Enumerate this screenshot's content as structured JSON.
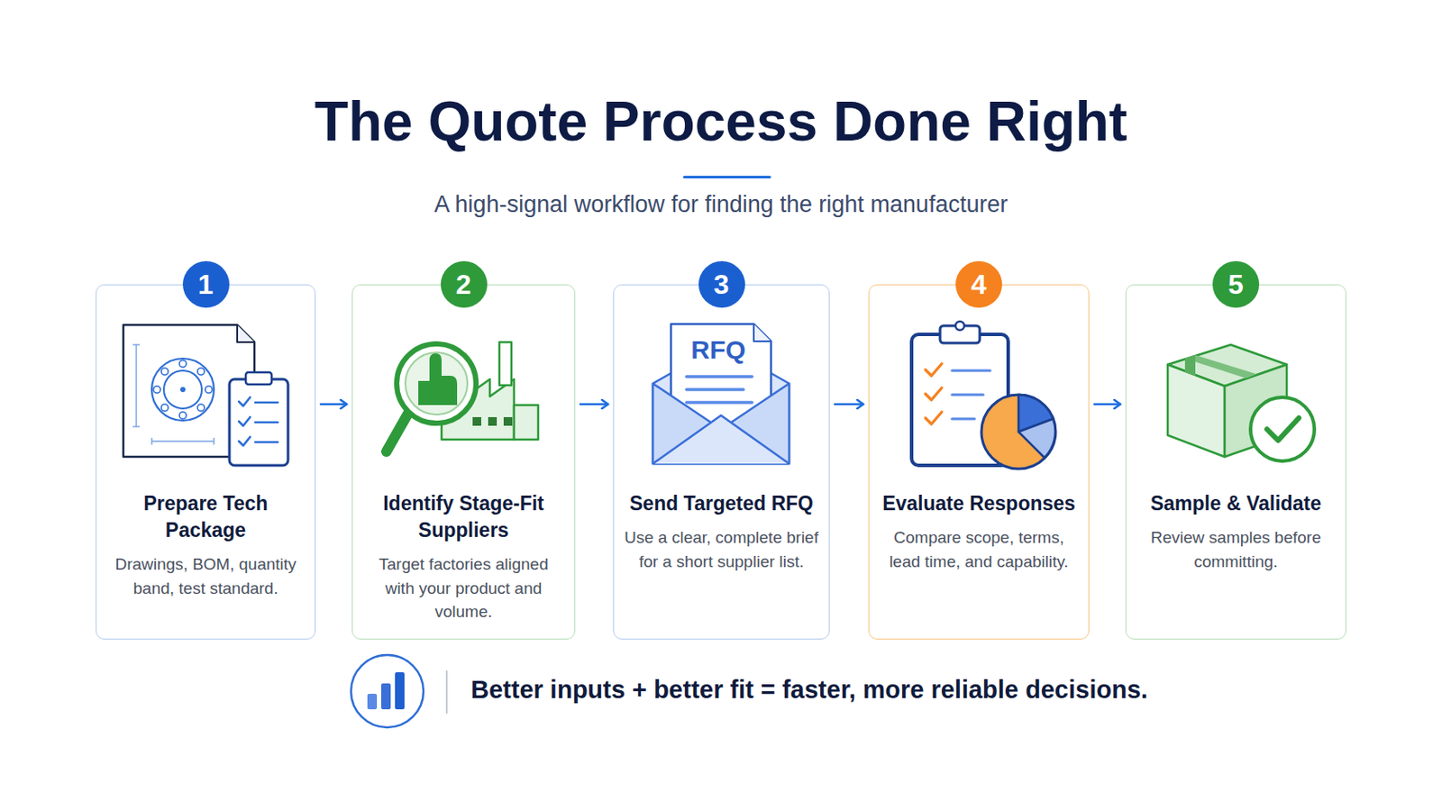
{
  "diagram": {
    "title": "The Quote Process Done Right",
    "nodes": [
      {
        "text": [
          "1",
          "Prepare Tech Package",
          "Drawings, BOM, quantity band, test standard."
        ]
      },
      {
        "text": [
          "2",
          "Identify Stage-Fit Suppliers",
          "Target factories aligned with your product and volume."
        ]
      },
      {
        "text": [
          "3",
          "Send Targeted RFQ",
          "Use a clear, complete brief for a short supplier list."
        ]
      },
      {
        "text": [
          "4",
          "Evaluate Responses",
          "Compare scope, terms, lead time, and capability."
        ]
      },
      {
        "text": [
          "5",
          "Sample & Validate",
          "Review samples before committing."
        ]
      }
    ],
    "edges": [
      {
        "from": 0,
        "to": 1,
        "arrow": "to"
      },
      {
        "from": 1,
        "to": 2,
        "arrow": "to"
      },
      {
        "from": 2,
        "to": 3,
        "arrow": "to"
      },
      {
        "from": 3,
        "to": 4,
        "arrow": "to"
      }
    ],
    "labels": [
      "A high-signal workflow for finding the right manufacturer",
      "RFQ",
      "Better inputs + better fit = faster, more reliable decisions."
    ]
  }
}
